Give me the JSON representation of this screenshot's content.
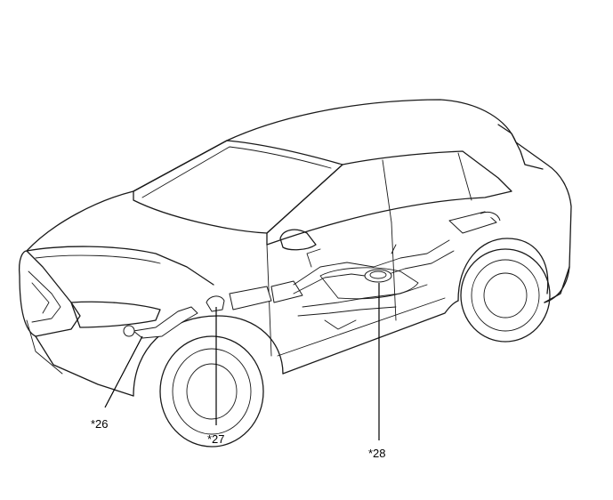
{
  "callouts": {
    "c26": "*26",
    "c27": "*27",
    "c28": "*28"
  },
  "colors": {
    "line": "#1a1a1a",
    "background": "#ffffff"
  }
}
